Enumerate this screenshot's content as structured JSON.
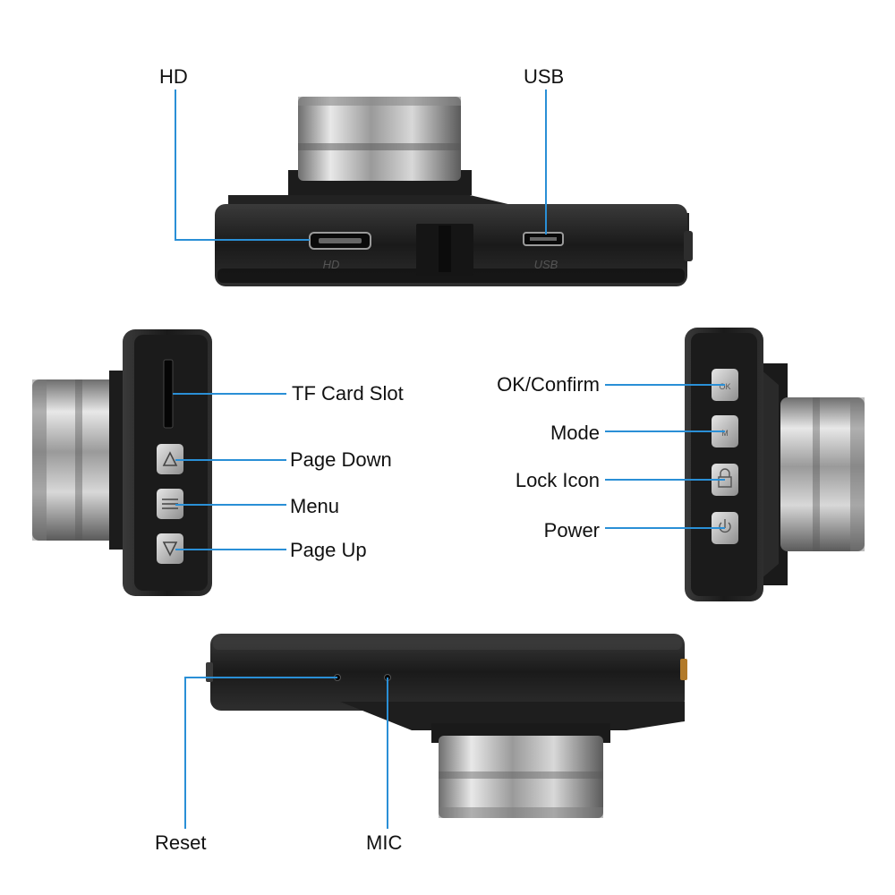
{
  "colors": {
    "leader_line": "#2a8fd6",
    "body_dark": "#1c1c1c",
    "body_mid": "#2a2a2a",
    "lens_silver": "#b9b9b9",
    "text": "#111111"
  },
  "views": {
    "top": {
      "port_marks": [
        "HD",
        "USB"
      ]
    },
    "left": {},
    "right": {},
    "bottom": {}
  },
  "labels": {
    "hd": "HD",
    "usb": "USB",
    "tf_card_slot": "TF Card Slot",
    "page_down": "Page Down",
    "menu": "Menu",
    "page_up": "Page Up",
    "ok_confirm": "OK/Confirm",
    "mode": "Mode",
    "lock_icon": "Lock Icon",
    "power": "Power",
    "reset": "Reset",
    "mic": "MIC"
  },
  "icons": [
    "hdmi-port-icon",
    "mini-usb-port-icon",
    "sd-slot-icon",
    "up-arrow-icon",
    "menu-icon",
    "down-arrow-icon",
    "ok-icon",
    "mode-icon",
    "lock-icon",
    "power-icon",
    "reset-hole-icon",
    "mic-hole-icon"
  ]
}
